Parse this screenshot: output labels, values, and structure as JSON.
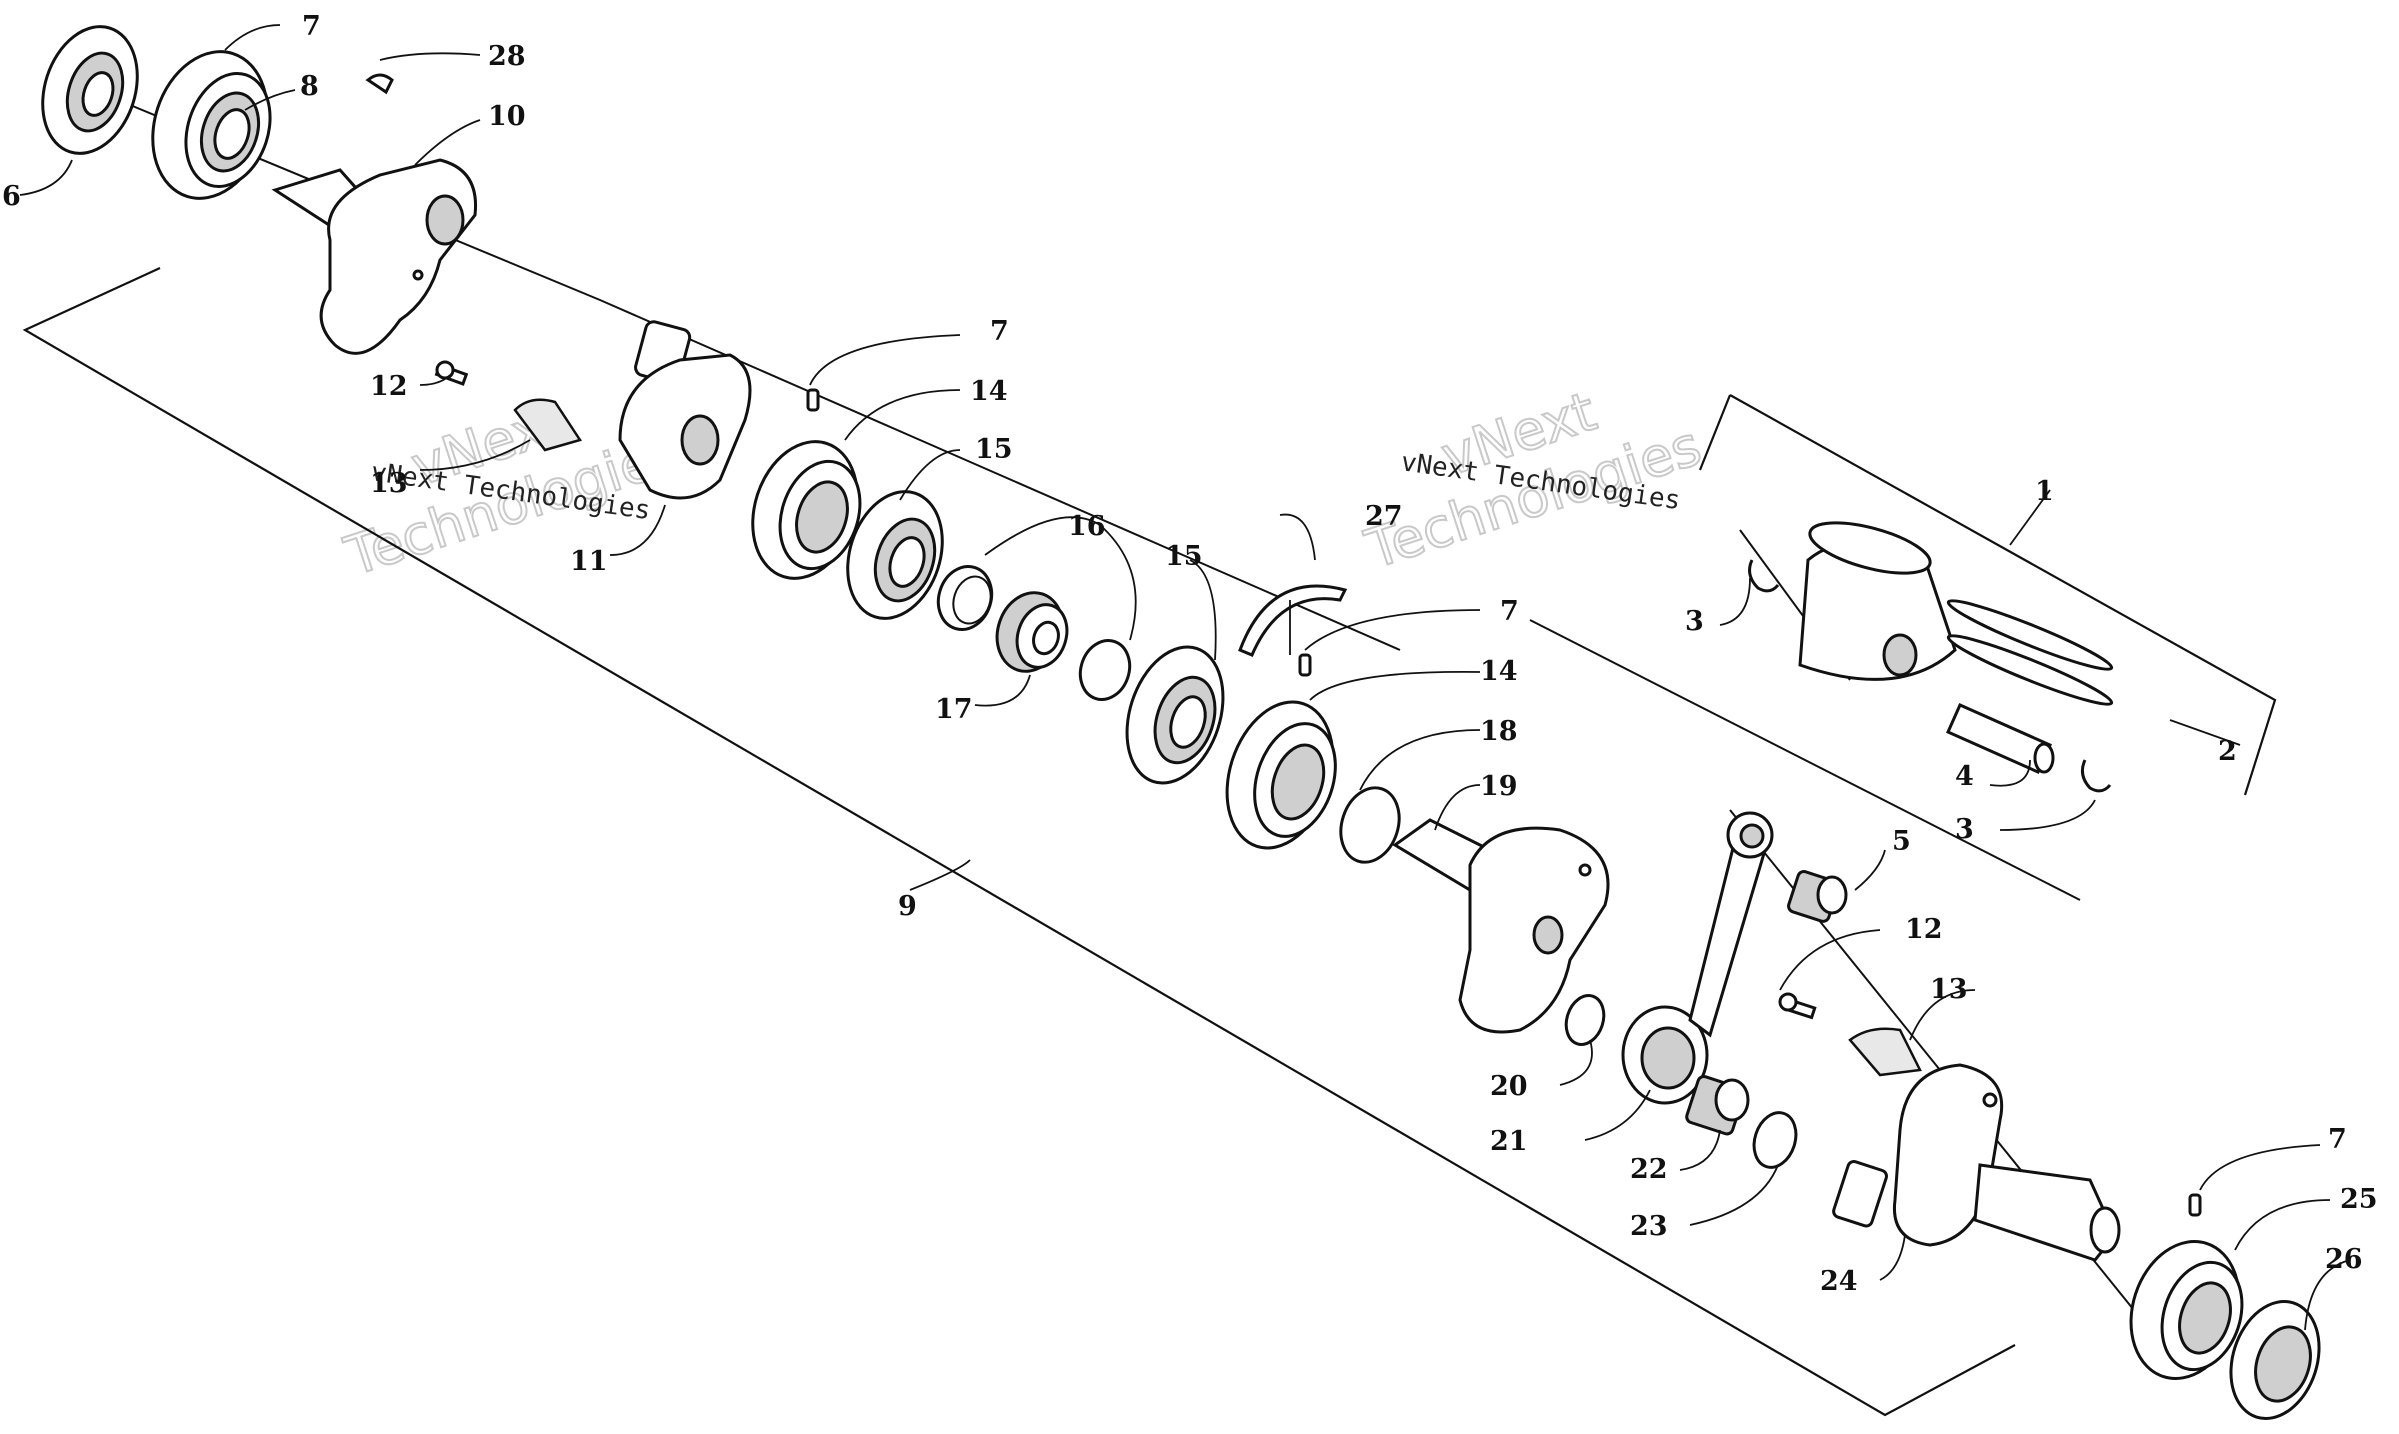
{
  "diagram": {
    "watermark_brand": "vNext",
    "watermark_word": "Technologies",
    "watermark_caption": "vNext Technologies",
    "callouts": {
      "c6": "6",
      "c7a": "7",
      "c8": "8",
      "c28": "28",
      "c10": "10",
      "c12a": "12",
      "c13a": "13",
      "c11": "11",
      "c7b": "7",
      "c14a": "14",
      "c15a": "15",
      "c16": "16",
      "c17": "17",
      "c15b": "15",
      "c27": "27",
      "c7c": "7",
      "c14b": "14",
      "c18": "18",
      "c19": "19",
      "c9": "9",
      "c1": "1",
      "c2": "2",
      "c3a": "3",
      "c3b": "3",
      "c4": "4",
      "c5": "5",
      "c12b": "12",
      "c13b": "13",
      "c20": "20",
      "c21": "21",
      "c22": "22",
      "c23": "23",
      "c24": "24",
      "c7d": "7",
      "c25": "25",
      "c26": "26"
    }
  }
}
